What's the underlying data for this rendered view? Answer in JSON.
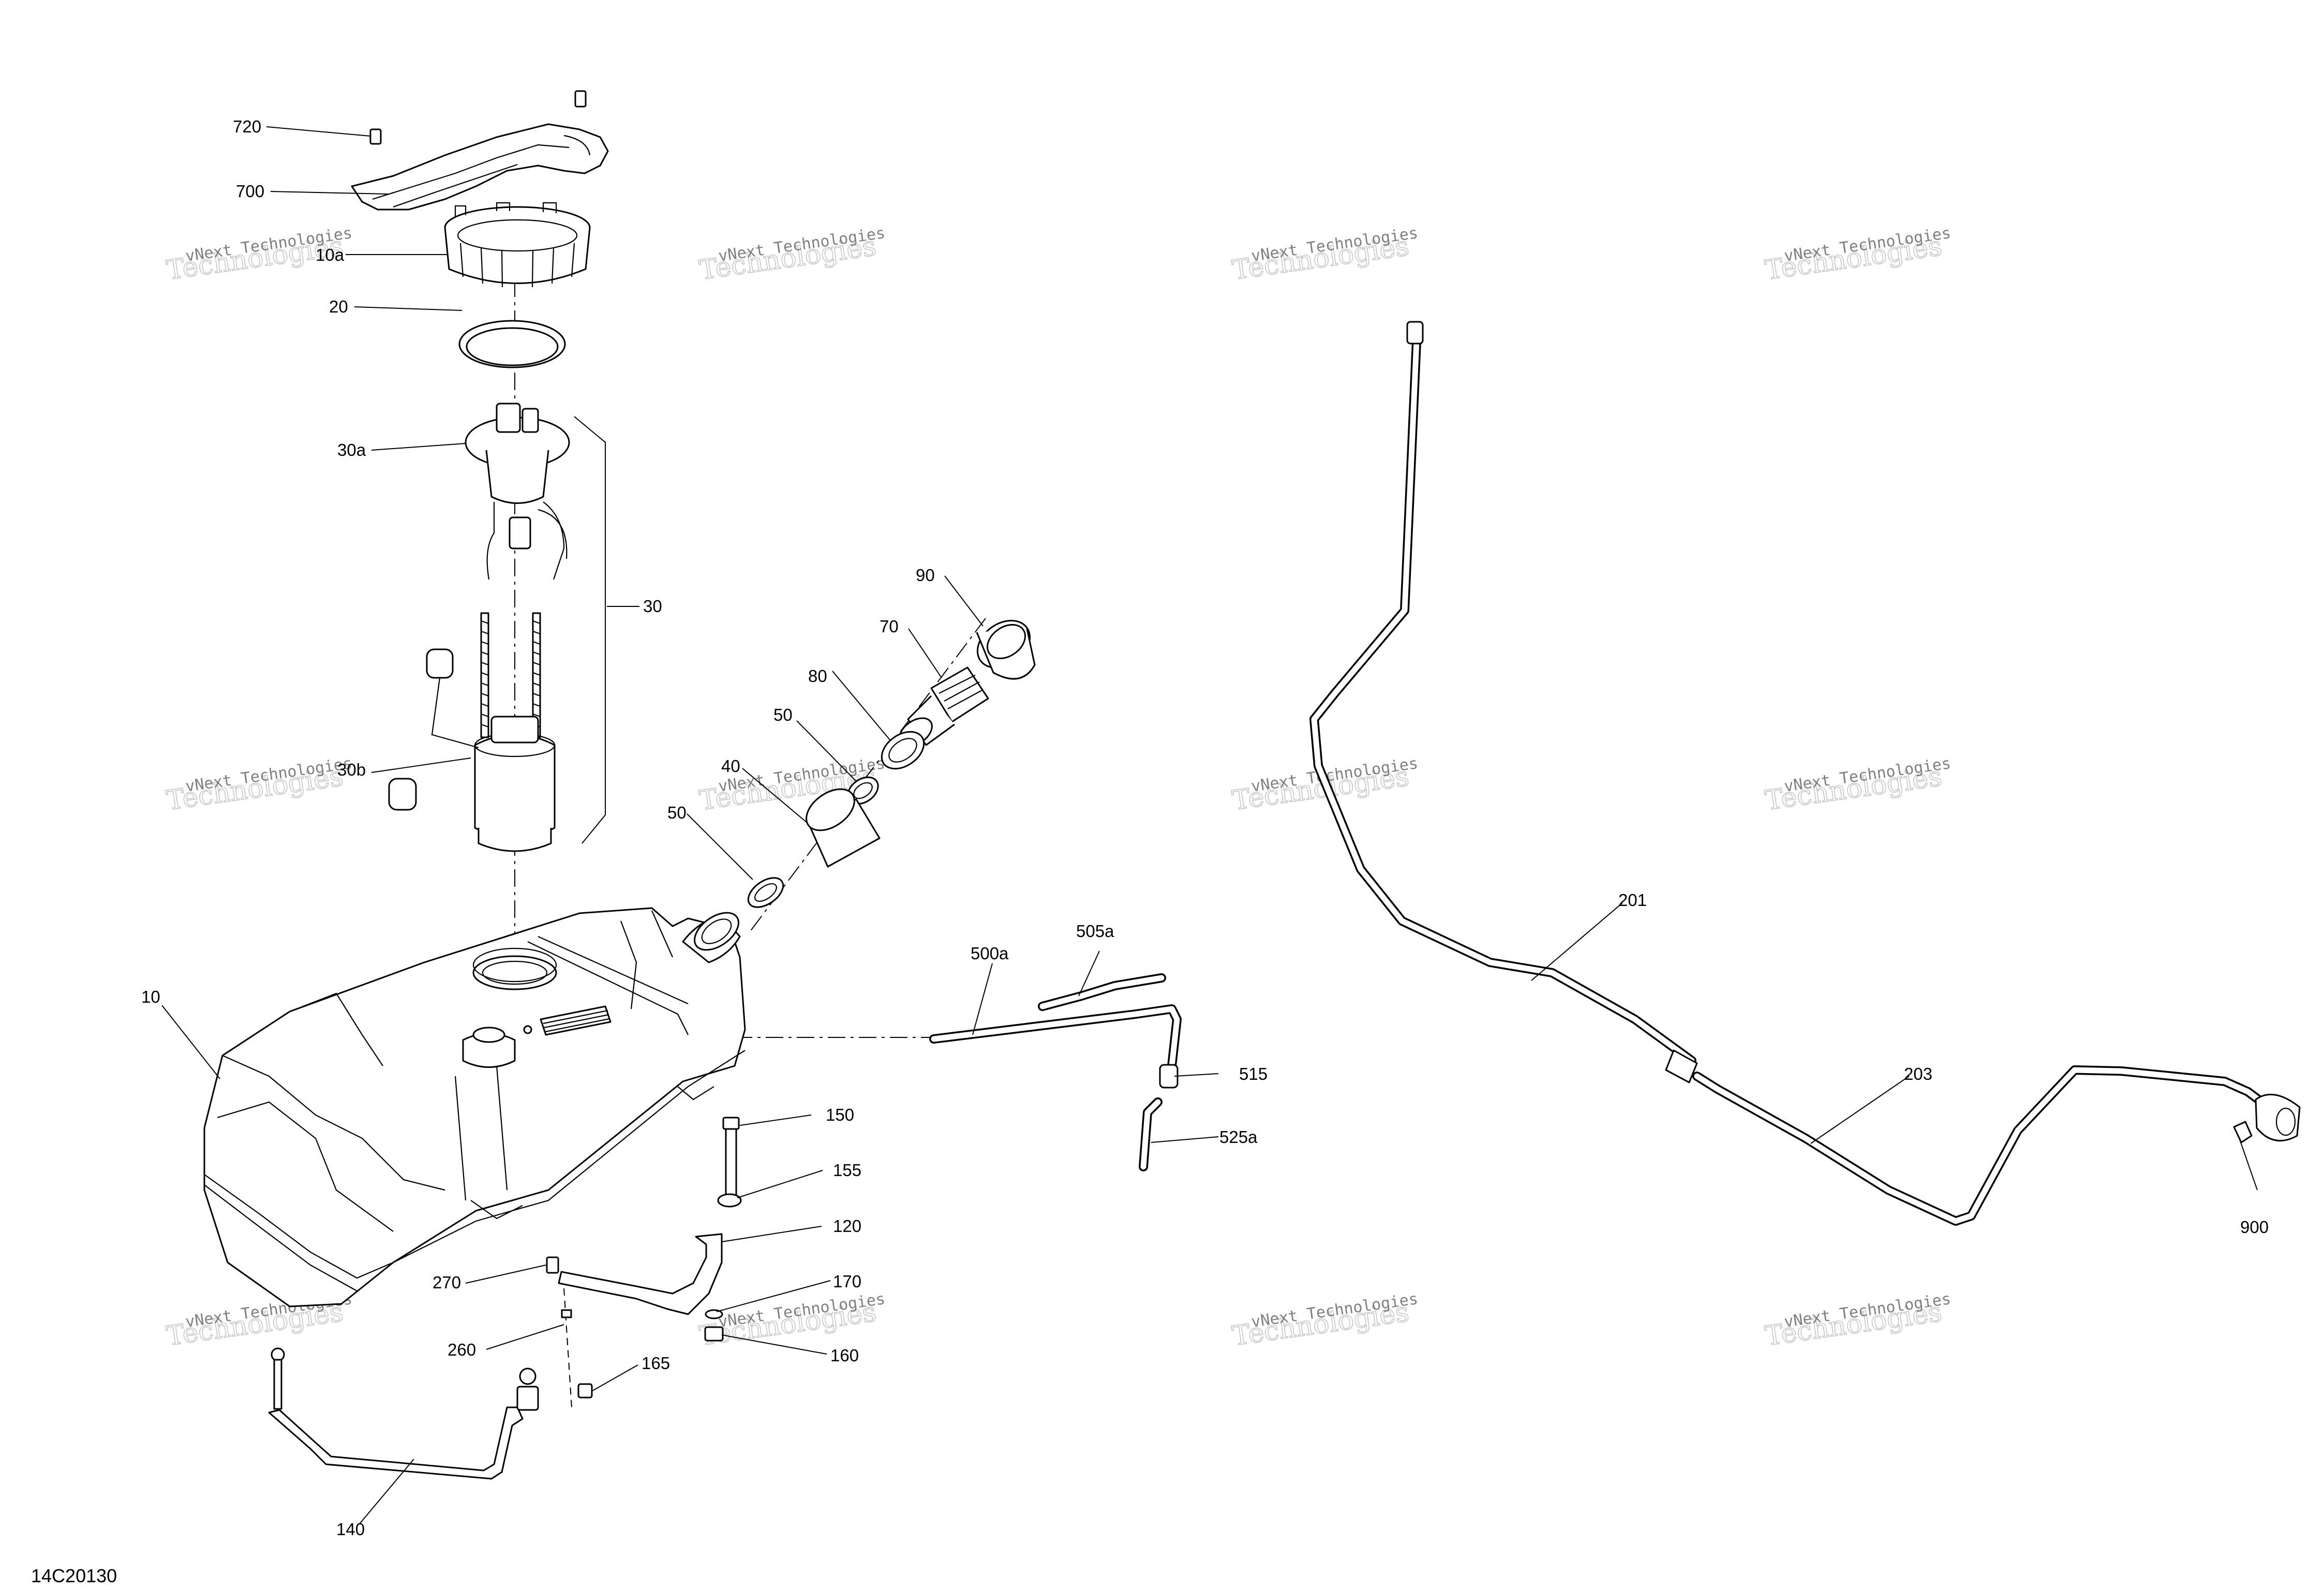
{
  "diagram_code": "14C20130",
  "watermark": {
    "line1": "vNext Technologies",
    "line2": "Technologies"
  },
  "callouts": {
    "p720": "720",
    "p700": "700",
    "p10a": "10a",
    "p20": "20",
    "p30a": "30a",
    "p30": "30",
    "p30b": "30b",
    "p90": "90",
    "p70": "70",
    "p80": "80",
    "p50_upper": "50",
    "p40": "40",
    "p50_lower": "50",
    "p10": "10",
    "p500a": "500a",
    "p505a": "505a",
    "p515": "515",
    "p525a": "525a",
    "p150": "150",
    "p155": "155",
    "p120": "120",
    "p270": "270",
    "p170": "170",
    "p260": "260",
    "p165": "165",
    "p160": "160",
    "p140": "140",
    "p201": "201",
    "p203": "203",
    "p900": "900"
  }
}
